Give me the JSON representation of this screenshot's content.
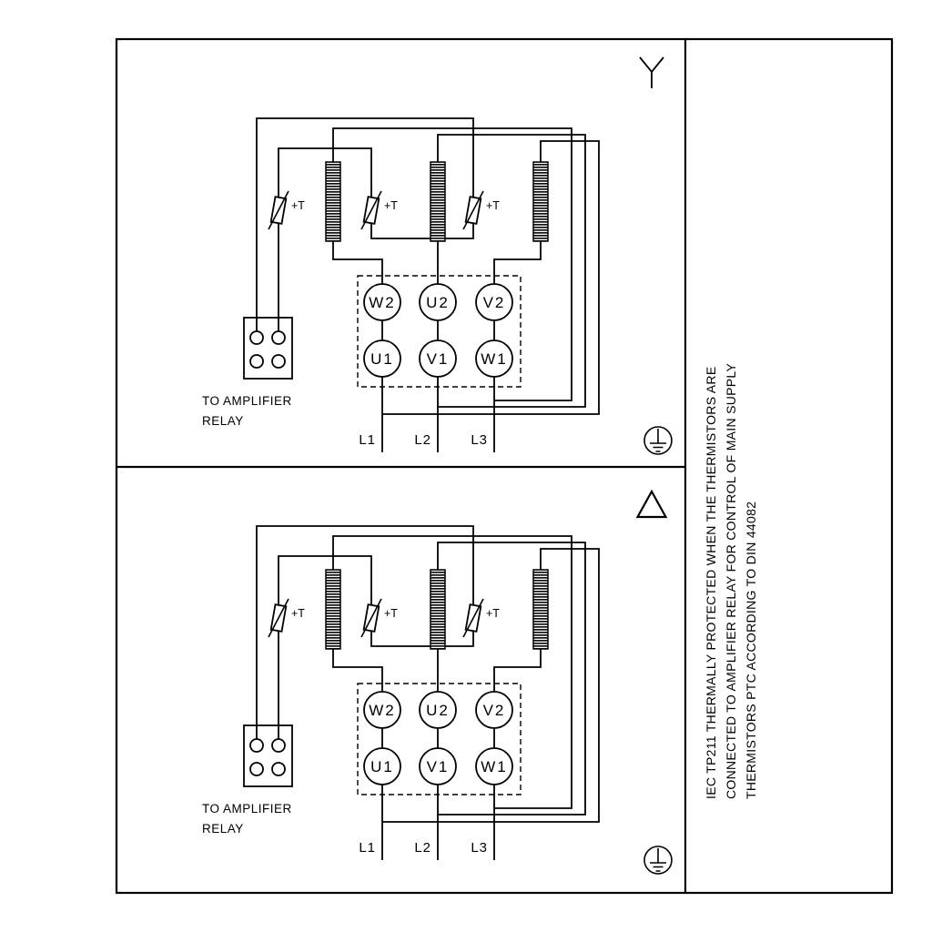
{
  "colors": {
    "line": "#000000",
    "background": "#ffffff"
  },
  "labels": {
    "thermistor": "+T",
    "relay_note_line1": "TO AMPLIFIER",
    "relay_note_line2": "RELAY",
    "terminals_top": [
      "W2",
      "U2",
      "V2"
    ],
    "terminals_bottom": [
      "U1",
      "V1",
      "W1"
    ],
    "supply_lines": [
      "L1",
      "L2",
      "L3"
    ]
  },
  "panels": [
    {
      "connection_symbol": "star-icon"
    },
    {
      "connection_symbol": "delta-icon"
    }
  ],
  "side_note": {
    "line1": "IEC TP211 THERMALLY PROTECTED WHEN THE THERMISTORS ARE",
    "line2": "CONNECTED TO AMPLIFIER RELAY FOR CONTROL OF MAIN SUPPLY",
    "line3": "THERMISTORS PTC ACCORDING TO DIN 44082"
  }
}
